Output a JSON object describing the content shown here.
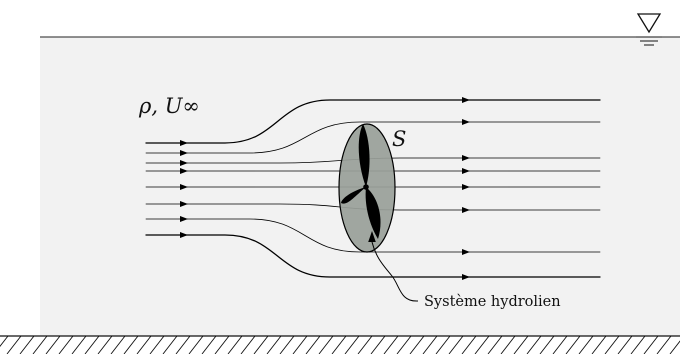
{
  "labels": {
    "flow_conditions": "ρ, U∞",
    "area": "S",
    "device": "Système hydrolien"
  },
  "colors": {
    "water": "#f2f2f2",
    "disk": "#999f99",
    "blade": "#000000",
    "line": "#000000"
  }
}
